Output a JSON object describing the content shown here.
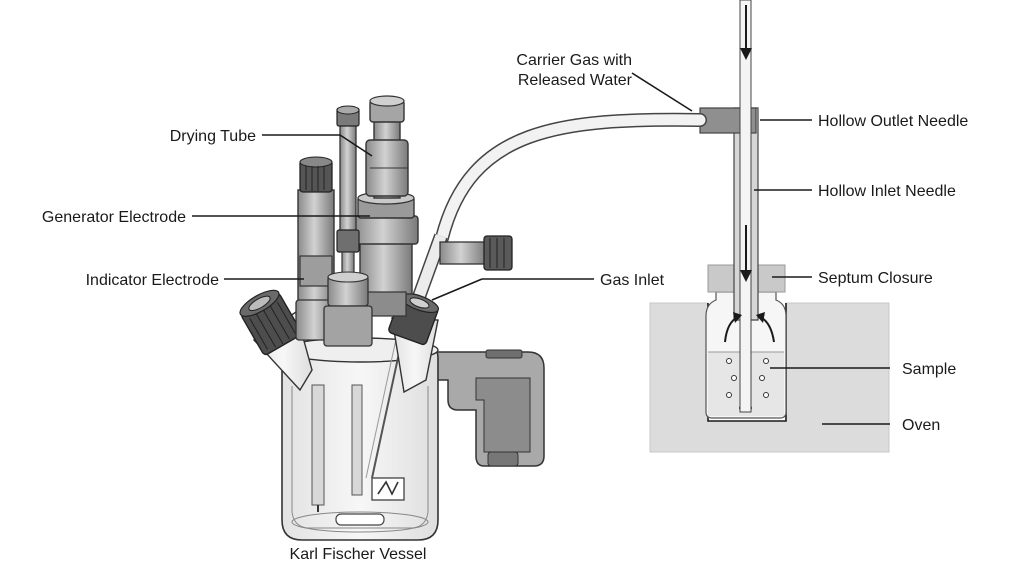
{
  "labels": {
    "carrier_gas_line1": "Carrier Gas with",
    "carrier_gas_line2": "Released Water",
    "hollow_outlet_needle": "Hollow Outlet Needle",
    "hollow_inlet_needle": "Hollow Inlet Needle",
    "septum_closure": "Septum Closure",
    "sample": "Sample",
    "oven": "Oven",
    "drying_tube": "Drying Tube",
    "generator_electrode": "Generator Electrode",
    "indicator_electrode": "Indicator Electrode",
    "gas_inlet": "Gas Inlet",
    "karl_fischer_vessel": "Karl Fischer Vessel"
  },
  "colors": {
    "line": "#1a1a1a",
    "oven_fill": "#dcdcdc",
    "glass_fill": "#f2f2f2",
    "part_fill": "#b9b9b9",
    "dark_part": "#555555"
  }
}
